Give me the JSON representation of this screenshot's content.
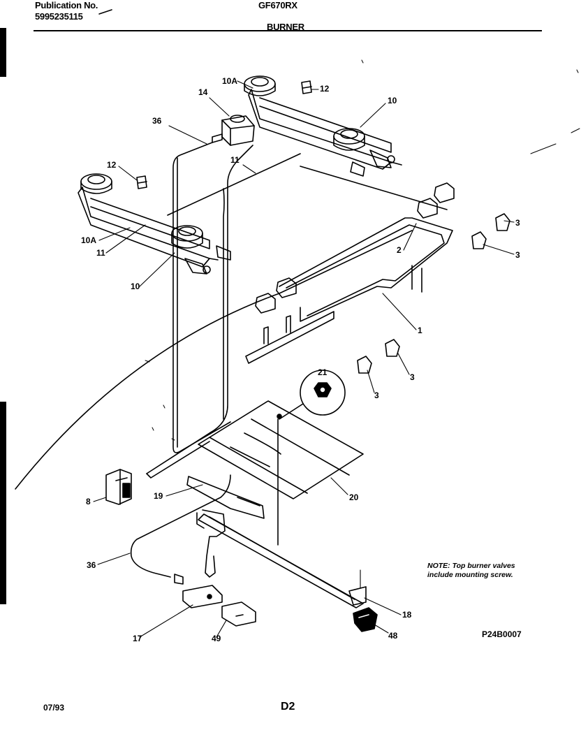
{
  "header": {
    "publication_label": "Publication No.",
    "publication_number": "5995235115",
    "model": "GF670RX",
    "section": "BURNER"
  },
  "callouts": {
    "c1": "1",
    "c2": "2",
    "c3a": "3",
    "c3b": "3",
    "c3c": "3",
    "c3d": "3",
    "c8": "8",
    "c10a": "10",
    "c10b": "10",
    "c10Aa": "10A",
    "c10Ab": "10A",
    "c11a": "11",
    "c11b": "11",
    "c12a": "12",
    "c12b": "12",
    "c14": "14",
    "c17": "17",
    "c18": "18",
    "c19": "19",
    "c20": "20",
    "c21": "21",
    "c36a": "36",
    "c36b": "36",
    "c48": "48",
    "c49": "49"
  },
  "note": {
    "line1": "NOTE: Top burner valves",
    "line2": "include mounting screw."
  },
  "drawing_code": "P24B0007",
  "footer": {
    "date": "07/93",
    "page": "D2"
  }
}
